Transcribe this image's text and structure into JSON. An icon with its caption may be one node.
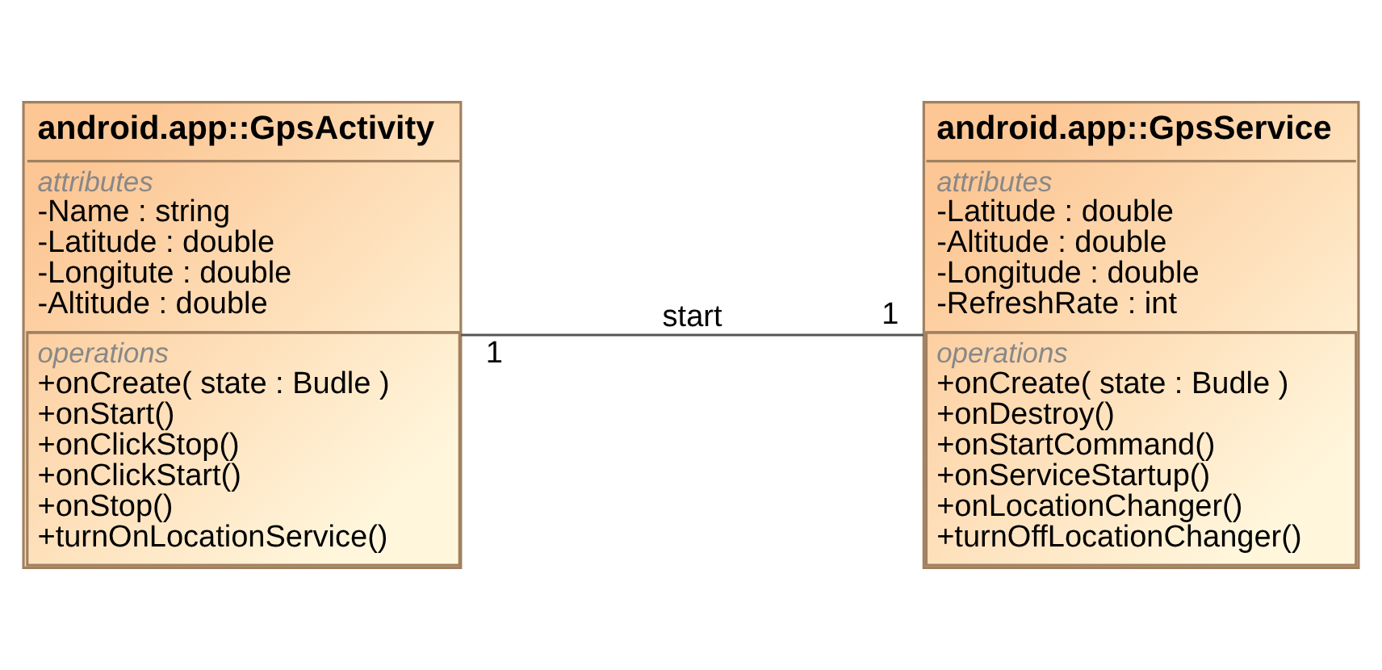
{
  "diagram": {
    "nodes": [
      {
        "text": [
          "android.app::GpsActivity",
          "attributes",
          "-Name : string",
          "-Latitude : double",
          "-Longitute : double",
          "-Altitude : double",
          "operations",
          "+onCreate( state : Budle )",
          "+onStart()",
          "+onClickStop()",
          "+onClickStart()",
          "+onStop()",
          "+turnOnLocationService()"
        ]
      },
      {
        "text": [
          "android.app::GpsService",
          "attributes",
          "-Latitude : double",
          "-Altitude : double",
          "-Longitude : double",
          "-RefreshRate : int",
          "operations",
          "+onCreate( state : Budle )",
          "+onDestroy()",
          "+onStartCommand()",
          "+onServiceStartup()",
          "+onLocationChanger()",
          "+turnOffLocationChanger()"
        ]
      }
    ],
    "edges": [
      {
        "from": 0,
        "to": 1,
        "arrow": "none",
        "label": "start"
      }
    ],
    "labels": [
      "1",
      "1"
    ]
  }
}
